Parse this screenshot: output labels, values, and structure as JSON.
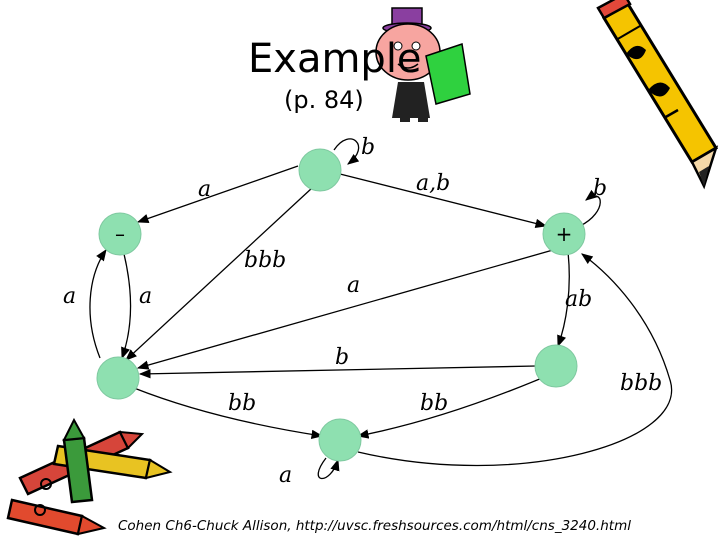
{
  "slide": {
    "title": "Example",
    "subtitle": "(p. 84)",
    "footer": "Cohen Ch6-Chuck Allison, http://uvsc.freshsources.com/html/cns_3240.html"
  },
  "diagram": {
    "states": [
      {
        "id": "top",
        "mark": ""
      },
      {
        "id": "start",
        "mark": "–"
      },
      {
        "id": "final",
        "mark": "+"
      },
      {
        "id": "left",
        "mark": ""
      },
      {
        "id": "right",
        "mark": ""
      },
      {
        "id": "bottom",
        "mark": ""
      }
    ],
    "edges": [
      {
        "from": "top",
        "to": "top",
        "label": "b"
      },
      {
        "from": "top",
        "to": "start",
        "label": "a"
      },
      {
        "from": "top",
        "to": "final",
        "label": "a,b"
      },
      {
        "from": "final",
        "to": "final",
        "label": "b"
      },
      {
        "from": "top",
        "to": "left",
        "label": "bbb"
      },
      {
        "from": "start",
        "to": "left",
        "label": "a"
      },
      {
        "from": "left",
        "to": "start",
        "label": "a"
      },
      {
        "from": "final",
        "to": "left",
        "label": "a"
      },
      {
        "from": "final",
        "to": "right",
        "label": "ab"
      },
      {
        "from": "right",
        "to": "left",
        "label": "b"
      },
      {
        "from": "left",
        "to": "bottom",
        "label": "bb"
      },
      {
        "from": "right",
        "to": "bottom",
        "label": "bb"
      },
      {
        "from": "bottom",
        "to": "final",
        "label": "bbb"
      },
      {
        "from": "bottom",
        "to": "bottom",
        "label": "a"
      }
    ]
  },
  "icons": [
    "professor-clipart-icon",
    "pencil-clipart-icon",
    "crayons-clipart-icon"
  ]
}
